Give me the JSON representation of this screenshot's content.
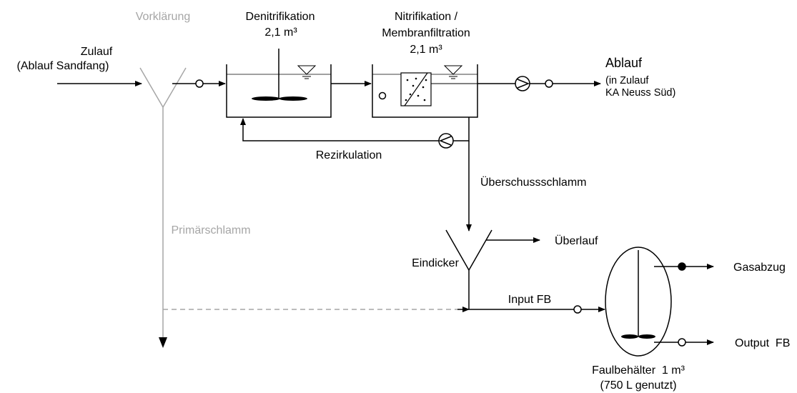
{
  "colors": {
    "line": "#000000",
    "grey_line": "#a6a6a6",
    "grey_text": "#a6a6a6",
    "background": "#ffffff"
  },
  "labels": {
    "vorklaerung": "Vorklärung",
    "zulauf": "Zulauf",
    "zulauf_sub": "(Ablauf Sandfang)",
    "denitrifikation": "Denitrifikation",
    "denitrifikation_vol": "2,1 m³",
    "nitrifikation": "Nitrifikation /",
    "membranfiltration": "Membranfiltration",
    "nitrifikation_vol": "2,1 m³",
    "ablauf": "Ablauf",
    "ablauf_sub1": "(in Zulauf",
    "ablauf_sub2": "KA Neuss Süd)",
    "rezirkulation": "Rezirkulation",
    "ueberschussschlamm": "Überschussschlamm",
    "primaerschlamm": "Primärschlamm",
    "ueberlauf": "Überlauf",
    "eindicker": "Eindicker",
    "input_fb": "Input FB",
    "gasabzug": "Gasabzug",
    "output_fb": "Output  FB",
    "faulbehaelter": "Faulbehälter  1 m³",
    "faulbehaelter_sub": "(750 L genutzt)"
  },
  "icons": [
    "pump-icon",
    "valve-icon",
    "water-level-icon",
    "stirrer-icon",
    "membrane-module-icon"
  ]
}
